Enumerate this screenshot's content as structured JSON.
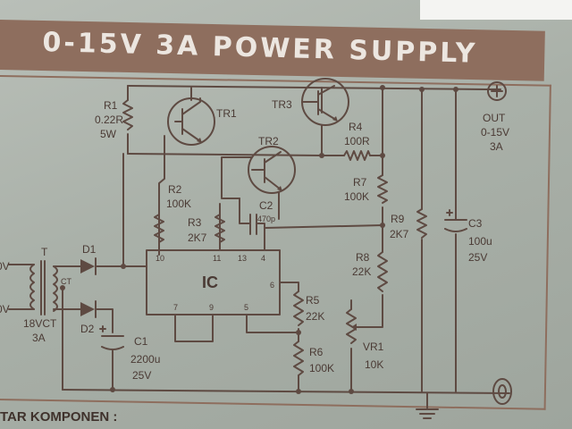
{
  "title": "0-15V 3A POWER SUPPLY",
  "footer": "TAR KOMPONEN :",
  "components": {
    "r1": {
      "ref": "R1",
      "value": "0.22R",
      "rating": "5W"
    },
    "tr1": {
      "ref": "TR1"
    },
    "tr2": {
      "ref": "TR2"
    },
    "tr3": {
      "ref": "TR3"
    },
    "r4": {
      "ref": "R4",
      "value": "100R"
    },
    "r7": {
      "ref": "R7",
      "value": "100K"
    },
    "r2": {
      "ref": "R2",
      "value": "100K"
    },
    "r3": {
      "ref": "R3",
      "value": "2K7"
    },
    "c2": {
      "ref": "C2",
      "value": "470p"
    },
    "r9": {
      "ref": "R9",
      "value": "2K7"
    },
    "c3": {
      "ref": "C3",
      "value": "100u",
      "rating": "25V"
    },
    "r8": {
      "ref": "R8",
      "value": "22K"
    },
    "ic": {
      "ref": "IC",
      "pins": [
        "10",
        "11",
        "13",
        "4",
        "6",
        "7",
        "9",
        "5"
      ]
    },
    "r5": {
      "ref": "R5",
      "value": "22K"
    },
    "r6": {
      "ref": "R6",
      "value": "100K"
    },
    "vr1": {
      "ref": "VR1",
      "value": "10K"
    },
    "c1": {
      "ref": "C1",
      "value": "2200u",
      "rating": "25V"
    },
    "t": {
      "ref": "T",
      "tap": "CT",
      "value": "18VCT",
      "rating": "3A",
      "in1": "0V",
      "in2": "0V"
    },
    "d1": {
      "ref": "D1"
    },
    "d2": {
      "ref": "D2"
    }
  },
  "output": {
    "label": "OUT",
    "range": "0-15V",
    "current": "3A"
  }
}
